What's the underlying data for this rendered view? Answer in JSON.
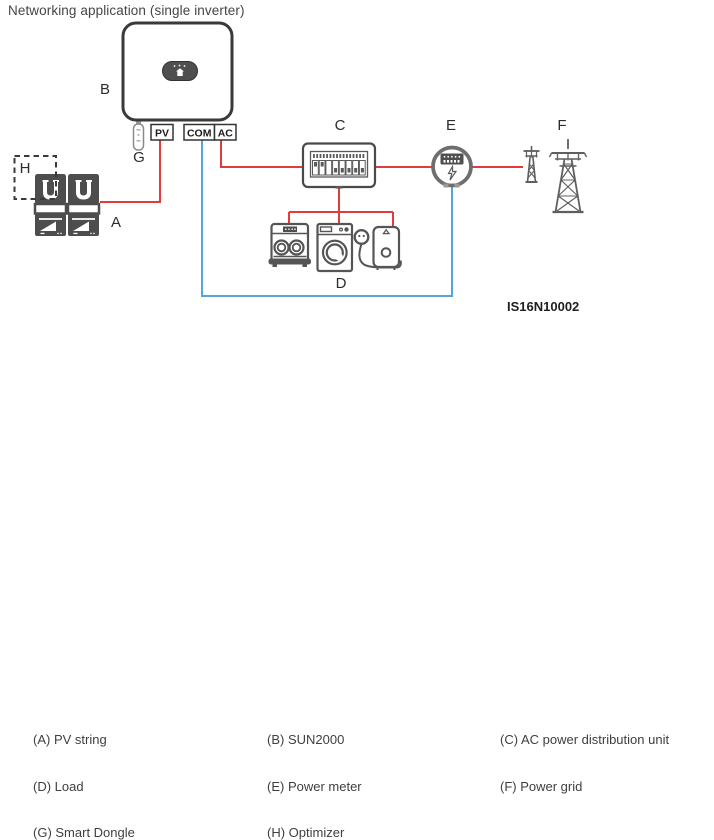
{
  "title": "Networking application (single inverter)",
  "figure_id": "IS16N10002",
  "colors": {
    "wire_ac_red": "#e23b3b",
    "wire_com_blue": "#56a4db"
  },
  "diagram": {
    "ports": {
      "pv": "PV",
      "com": "COM",
      "ac": "AC"
    },
    "node_labels": {
      "a": "A",
      "b": "B",
      "c": "C",
      "d": "D",
      "e": "E",
      "f": "F",
      "g": "G",
      "h": "H"
    }
  },
  "legend": {
    "items": [
      {
        "label": "(A) PV string"
      },
      {
        "label": "(B) SUN2000"
      },
      {
        "label": "(C) AC power distribution unit"
      },
      {
        "label": "(D) Load"
      },
      {
        "label": "(E) Power meter"
      },
      {
        "label": "(F) Power grid"
      },
      {
        "label": "(G) Smart Dongle"
      },
      {
        "label": "(H) Optimizer"
      }
    ]
  }
}
